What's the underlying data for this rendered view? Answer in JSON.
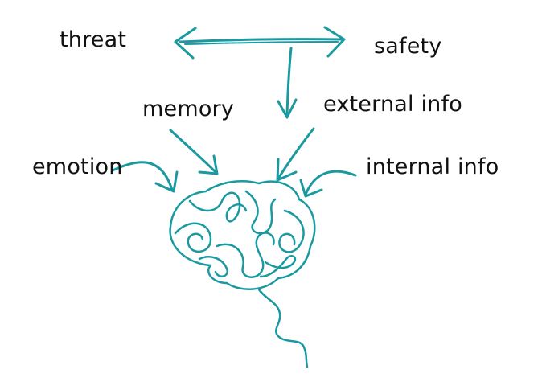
{
  "labels": {
    "threat": "threat",
    "safety": "safety",
    "memory": "memory",
    "external_info": "external info",
    "emotion": "emotion",
    "internal_info": "internal info"
  },
  "colors": {
    "accent": "#1a9aa0",
    "text": "#111111",
    "background": "#ffffff"
  },
  "icons": {
    "brain": "brain-icon"
  }
}
